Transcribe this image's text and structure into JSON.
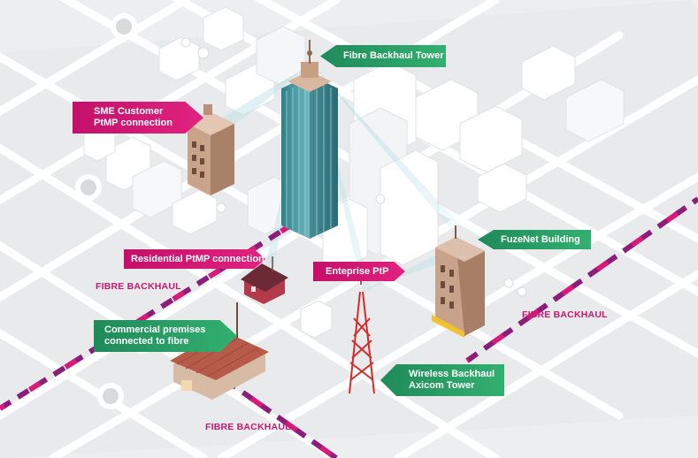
{
  "callouts": {
    "fibre_tower": "Fibre Backhaul Tower",
    "sme": "SME Customer\nPtMP connection",
    "fuzenet": "FuzeNet Building",
    "residential": "Residential PtMP connection",
    "enterprise": "Enteprise PtP",
    "commercial": "Commercial premises\nconnected to fibre",
    "wireless": "Wireless Backhaul\nAxicom Tower"
  },
  "fibre_labels": {
    "left": "FIBRE BACKHAUL",
    "right": "FIBRE BACKHAUL",
    "bottom": "FIBRE BACKHAUL"
  },
  "colors": {
    "magenta": "#d81b78",
    "green": "#2e9e68",
    "fibre_dash": "#8b1e7a",
    "ground": "#eceeef",
    "road": "#ffffff"
  }
}
